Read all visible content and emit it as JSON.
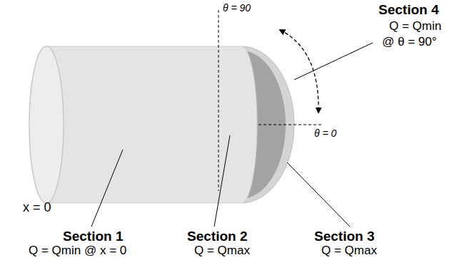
{
  "diagram": {
    "labels": [
      "θ = 90",
      "Section 4",
      "Q = Qmin",
      "@ θ = 90°",
      "θ = 0",
      "x = 0",
      "Section 1",
      "Q = Qmin @ x = 0",
      "Section 2",
      "Q = Qmax",
      "Section 3",
      "Q = Qmax"
    ]
  }
}
